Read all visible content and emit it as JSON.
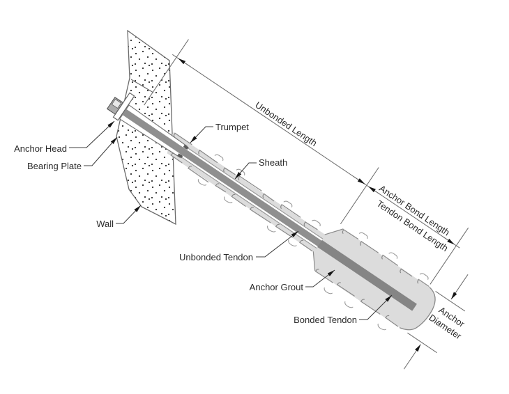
{
  "diagram": {
    "labels": {
      "anchor_head": "Anchor Head",
      "bearing_plate": "Bearing Plate",
      "wall": "Wall",
      "trumpet": "Trumpet",
      "sheath": "Sheath",
      "unbonded_tendon": "Unbonded Tendon",
      "anchor_grout": "Anchor Grout",
      "bonded_tendon": "Bonded Tendon"
    },
    "dimensions": {
      "unbonded_length": "Unbonded Length",
      "anchor_bond_length": "Anchor Bond Length",
      "tendon_bond_length": "Tendon Bond Length",
      "anchor_diameter_line1": "Anchor",
      "anchor_diameter_line2": "Diameter"
    },
    "colors": {
      "grout": "#dcdcdc",
      "tendon": "#8f8f8f",
      "bonded_tendon": "#858585",
      "anchor_head_fill": "#ababab",
      "outline": "#6a6a6a",
      "leader": "#3f3f3f",
      "text": "#2b2b2b",
      "background": "#ffffff"
    }
  }
}
